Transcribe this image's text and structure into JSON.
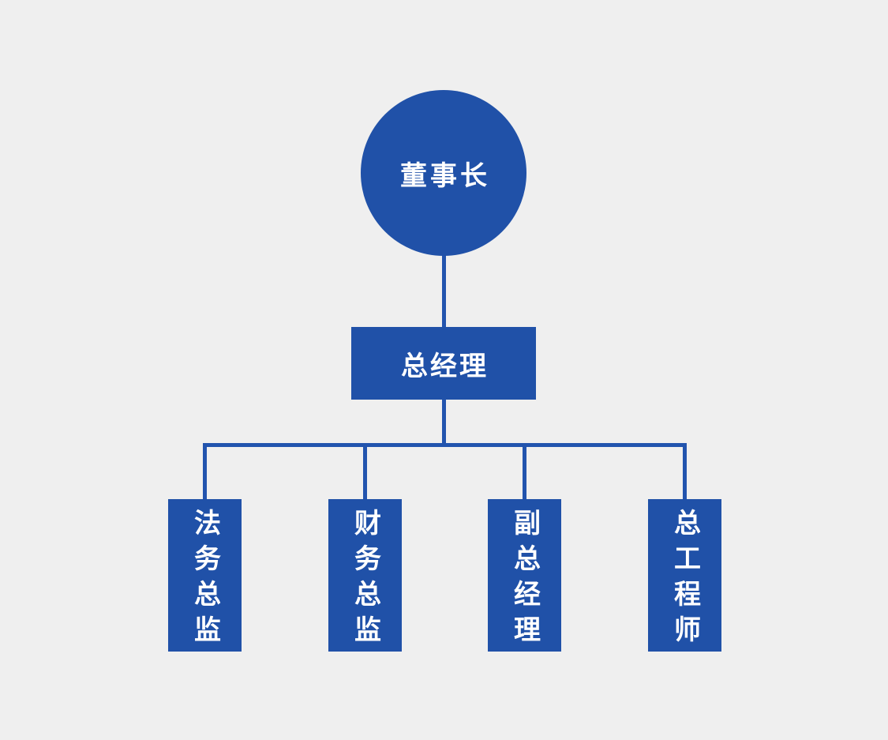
{
  "diagram": {
    "type": "org-chart",
    "background": "#efefef",
    "colors": {
      "node_fill": "#2051a8",
      "connector": "#2254ae",
      "label_text": "#ffffff"
    },
    "nodes": {
      "chairman": {
        "label": "董事长",
        "shape": "circle"
      },
      "general_manager": {
        "label": "总经理",
        "shape": "rectangle"
      },
      "departments": [
        {
          "label": "法务总监"
        },
        {
          "label": "财务总监"
        },
        {
          "label": "副总经理"
        },
        {
          "label": "总工程师"
        }
      ]
    },
    "edges": [
      {
        "from": "chairman",
        "to": "general_manager"
      },
      {
        "from": "general_manager",
        "to": "法务总监"
      },
      {
        "from": "general_manager",
        "to": "财务总监"
      },
      {
        "from": "general_manager",
        "to": "副总经理"
      },
      {
        "from": "general_manager",
        "to": "总工程师"
      }
    ]
  }
}
